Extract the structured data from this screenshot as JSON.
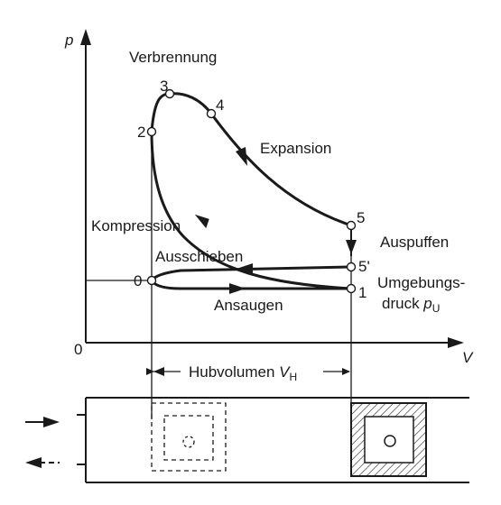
{
  "axes": {
    "y_label": "p",
    "x_label": "V",
    "origin_label": "0"
  },
  "labels": {
    "verbrennung": "Verbrennung",
    "expansion": "Expansion",
    "kompression": "Kompression",
    "ausschieben": "Ausschieben",
    "auspuffen": "Auspuffen",
    "ansaugen": "Ansaugen",
    "umgebungsdruck_line1": "Umgebungs-",
    "umgebungsdruck_line2": "druck ",
    "umgebungsdruck_symbol": "p",
    "umgebungsdruck_sub": "U",
    "hubvolumen": "Hubvolumen ",
    "hubvolumen_symbol": "V",
    "hubvolumen_sub": "H"
  },
  "points": {
    "p0": "0",
    "p1": "1",
    "p2": "2",
    "p3": "3",
    "p4": "4",
    "p5": "5",
    "p5prime": "5'"
  }
}
